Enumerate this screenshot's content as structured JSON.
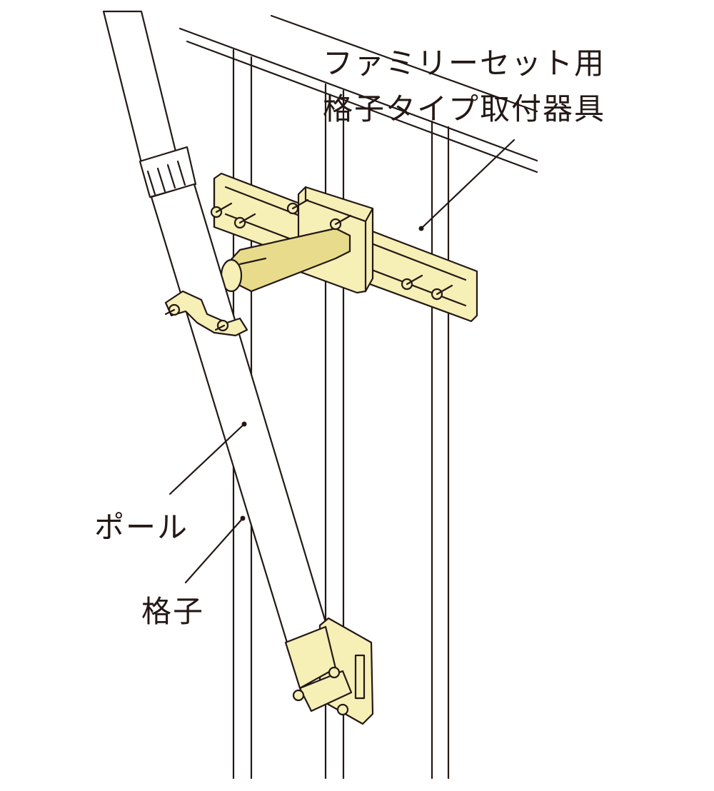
{
  "labels": {
    "bracket_title_line1": "ファミリーセット用",
    "bracket_title_line2": "格子タイプ取付器具",
    "pole": "ポール",
    "lattice": "格子"
  },
  "colors": {
    "line": "#231815",
    "bracket_fill": "#f6efb6",
    "bracket_shade": "#e8dc8c",
    "pole_fill": "#ffffff",
    "background": "#ffffff"
  },
  "icons": {
    "parts": [
      "lattice-bars",
      "pole",
      "wall-bracket",
      "pole-clamp",
      "bottom-bracket",
      "bolt"
    ]
  }
}
